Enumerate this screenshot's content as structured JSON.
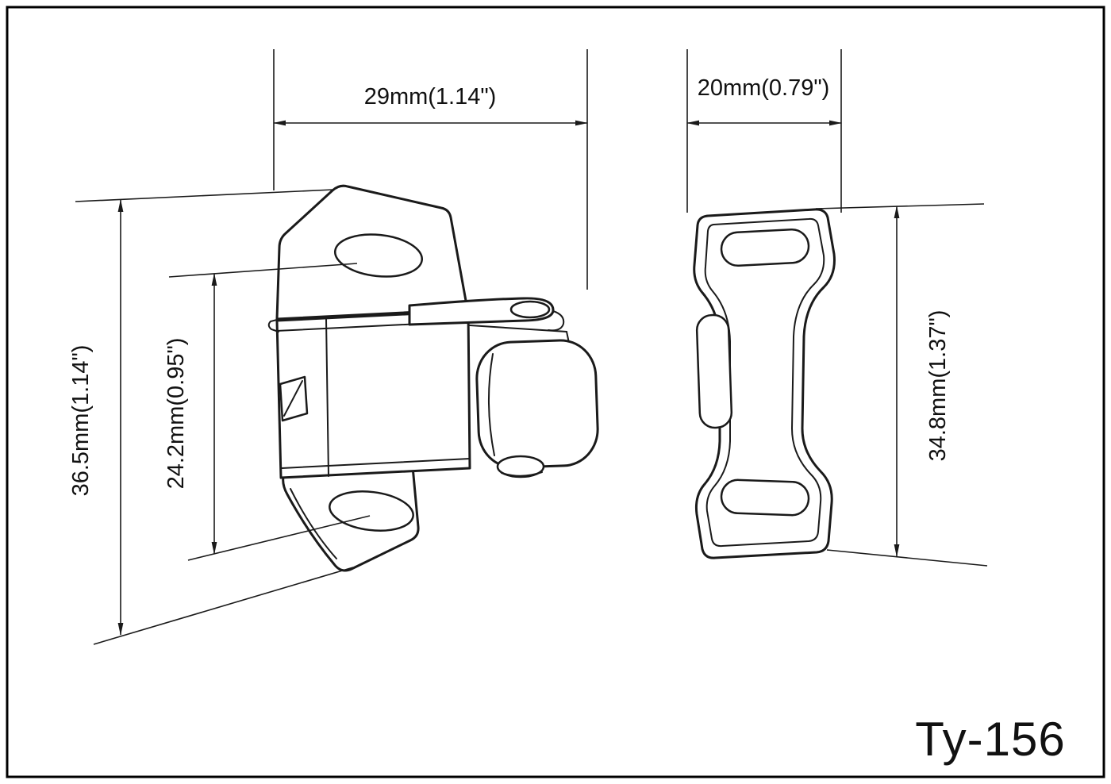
{
  "page": {
    "background": "#ffffff",
    "line_color": "#1a1a1a"
  },
  "drawing": {
    "model_label": "Ty-156",
    "dimensions": {
      "catch_width": "29mm(1.14\")",
      "plate_width": "20mm(0.79\")",
      "catch_height": "36.5mm(1.14\")",
      "slot_spacing": "24.2mm(0.95\")",
      "plate_height": "34.8mm(1.37\")"
    }
  }
}
